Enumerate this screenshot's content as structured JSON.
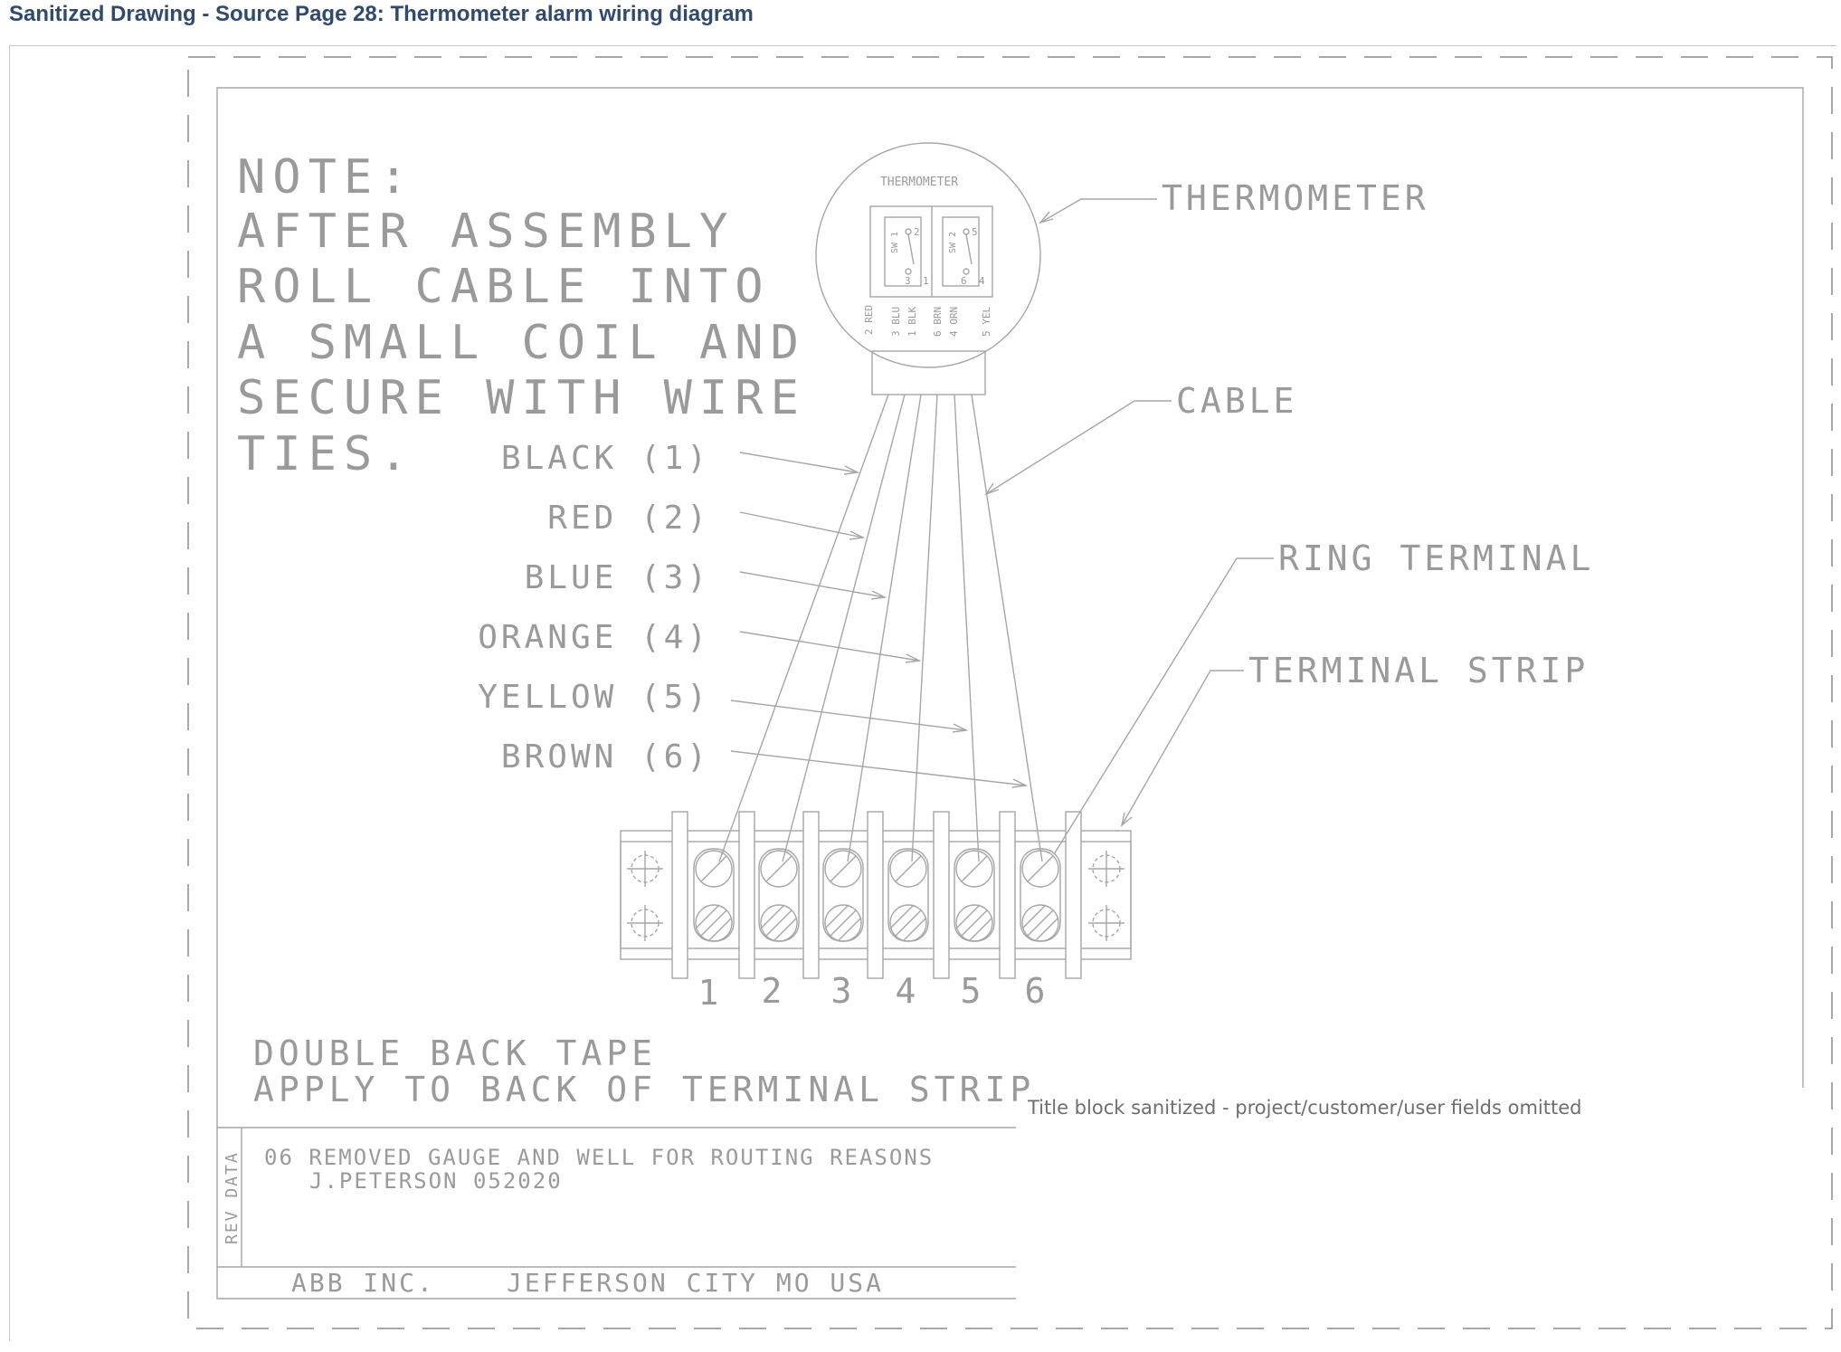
{
  "header": {
    "title": "Sanitized Drawing - Source Page 28: Thermometer alarm wiring diagram"
  },
  "note": {
    "lines": [
      "NOTE:",
      "AFTER ASSEMBLY",
      "ROLL CABLE INTO",
      "A SMALL COIL AND",
      "SECURE WITH WIRE",
      "TIES."
    ]
  },
  "wires": [
    {
      "label": "BLACK (1)"
    },
    {
      "label": "RED (2)"
    },
    {
      "label": "BLUE (3)"
    },
    {
      "label": "ORANGE (4)"
    },
    {
      "label": "YELLOW (5)"
    },
    {
      "label": "BROWN (6)"
    }
  ],
  "thermometer": {
    "face_label": "THERMOMETER",
    "switch_labels": [
      "SW 1",
      "SW 2"
    ],
    "terminal_numbers": [
      "2",
      "3",
      "1",
      "6",
      "4",
      "5"
    ],
    "wire_tags": [
      "2 RED",
      "3 BLU",
      "1 BLK",
      "6 BRN",
      "4 ORN",
      "5 YEL"
    ]
  },
  "callouts": {
    "thermometer": "THERMOMETER",
    "cable": "CABLE",
    "ring_terminal": "RING TERMINAL",
    "terminal_strip": "TERMINAL STRIP"
  },
  "terminal_strip": {
    "numbers": [
      "1",
      "2",
      "3",
      "4",
      "5",
      "6"
    ]
  },
  "tape_note": {
    "line1": "DOUBLE BACK TAPE",
    "line2": "APPLY TO BACK OF TERMINAL STRIP"
  },
  "revision": {
    "side_label": "REV DATA",
    "line1": "06  REMOVED GAUGE AND WELL FOR ROUTING REASONS",
    "line2": "J.PETERSON  052020"
  },
  "company": {
    "name": "ABB INC.",
    "location": "JEFFERSON CITY MO USA"
  },
  "sanitized_note": "Title block sanitized - project/customer/user fields omitted"
}
